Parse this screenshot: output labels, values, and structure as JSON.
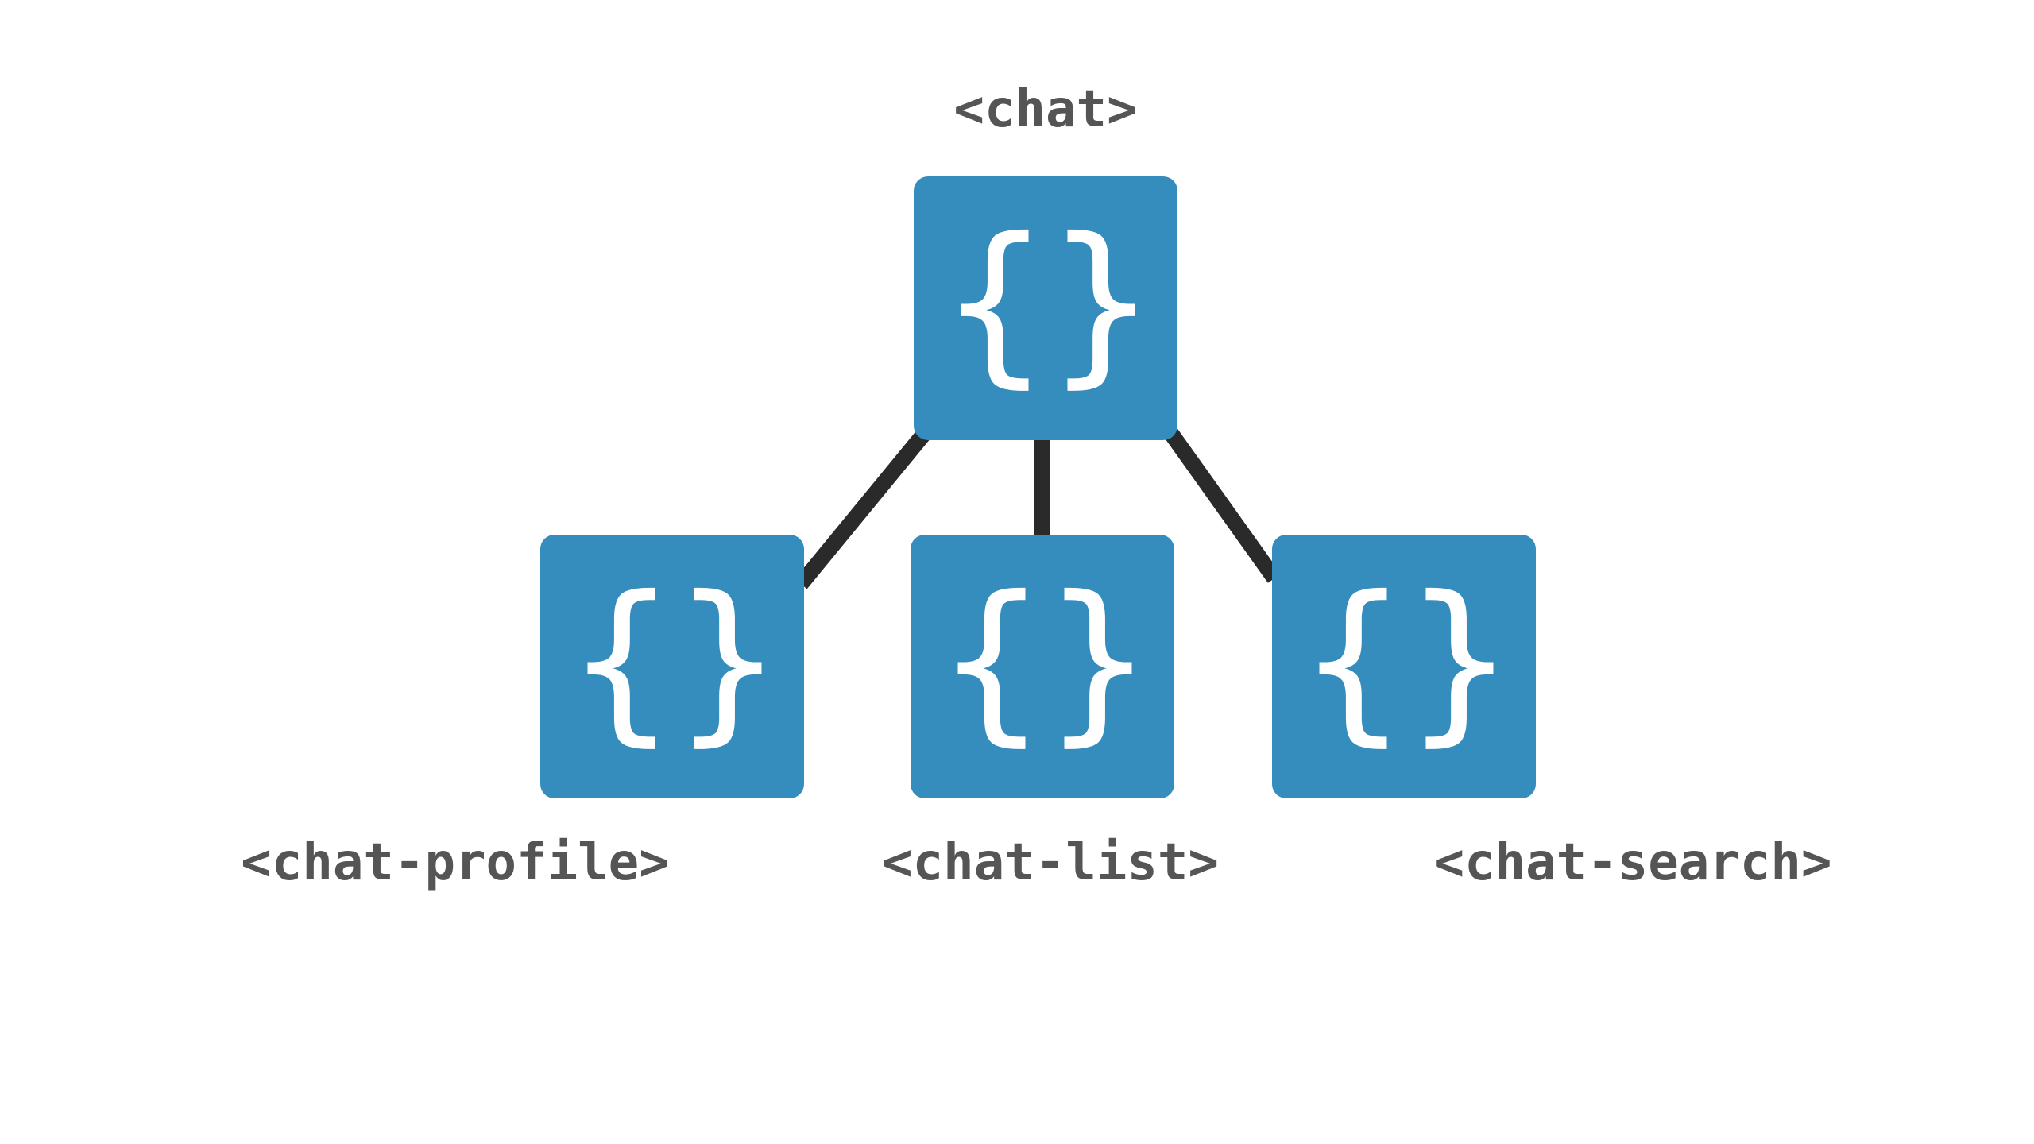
{
  "nodes": {
    "root": {
      "label": "<chat>",
      "icon": "curly-braces-icon",
      "glyph": "{}"
    },
    "profile": {
      "label": "<chat-profile>",
      "icon": "curly-braces-icon",
      "glyph": "{}"
    },
    "list": {
      "label": "<chat-list>",
      "icon": "curly-braces-icon",
      "glyph": "{}"
    },
    "search": {
      "label": "<chat-search>",
      "icon": "curly-braces-icon",
      "glyph": "{}"
    }
  },
  "colors": {
    "node_fill": "#348dbd",
    "connector": "#2a2a2a",
    "label_text": "#555555",
    "icon": "#ffffff"
  }
}
